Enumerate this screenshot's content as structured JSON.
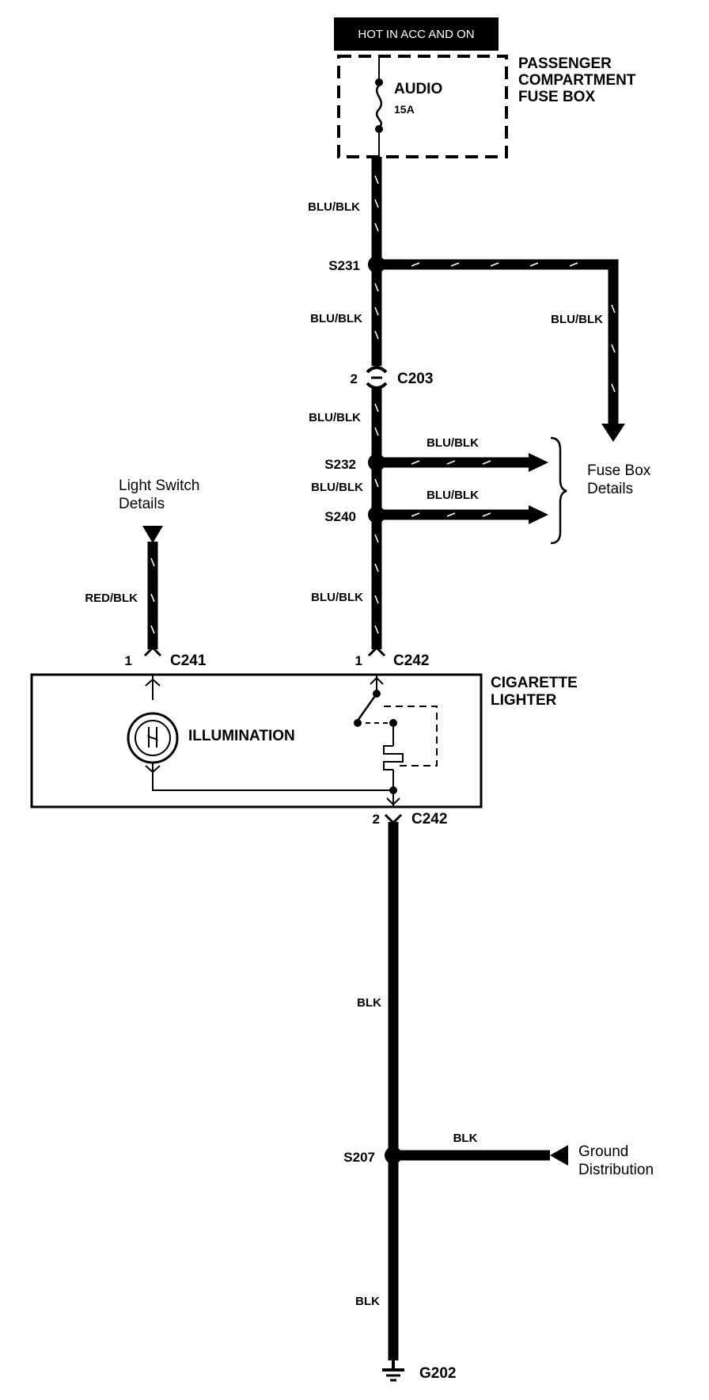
{
  "power_banner": "HOT IN ACC AND ON",
  "fuse_box": {
    "title_line1": "PASSENGER",
    "title_line2": "COMPARTMENT",
    "title_line3": "FUSE BOX"
  },
  "fuse": {
    "name": "AUDIO",
    "rating": "15A"
  },
  "splices": {
    "s231": "S231",
    "s232": "S232",
    "s240": "S240",
    "s207": "S207"
  },
  "connectors": {
    "c203": "C203",
    "c241": "C241",
    "c242_top": "C242",
    "c242_bottom": "C242"
  },
  "pins": {
    "c203": "2",
    "c241": "1",
    "c242_top": "1",
    "c242_bottom": "2"
  },
  "wires": {
    "w1": "BLU/BLK",
    "w2": "BLU/BLK",
    "w3": "BLU/BLK",
    "w4": "BLU/BLK",
    "w5": "BLU/BLK",
    "w_s231_branch": "BLU/BLK",
    "w_s232_branch": "BLU/BLK",
    "w_s240_branch": "BLU/BLK",
    "w_light": "RED/BLK",
    "w_blk1": "BLK",
    "w_blk2": "BLK",
    "w_s207_branch": "BLK"
  },
  "refs": {
    "fuse_box_details_1": "Fuse Box",
    "fuse_box_details_2": "Details",
    "light_switch_1": "Light Switch",
    "light_switch_2": "Details",
    "ground_dist_1": "Ground",
    "ground_dist_2": "Distribution"
  },
  "component": {
    "name_line1": "CIGARETTE",
    "name_line2": "LIGHTER",
    "illumination": "ILLUMINATION"
  },
  "ground": "G202"
}
